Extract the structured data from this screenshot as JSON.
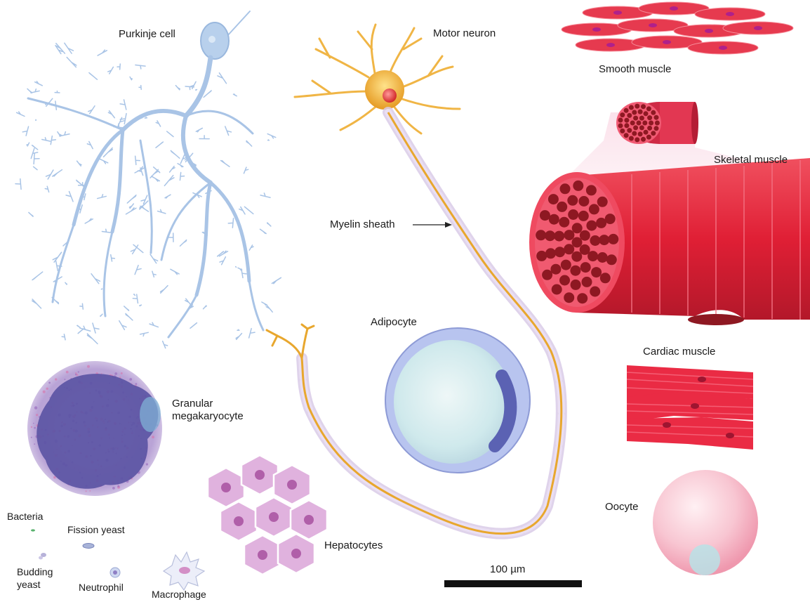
{
  "labels": {
    "purkinje": "Purkinje cell",
    "motor_neuron": "Motor neuron",
    "smooth_muscle": "Smooth muscle",
    "skeletal_muscle": "Skeletal muscle",
    "myelin_sheath": "Myelin sheath",
    "adipocyte": "Adipocyte",
    "cardiac_muscle": "Cardiac muscle",
    "granular_line1": "Granular",
    "granular_line2": "megakaryocyte",
    "oocyte": "Oocyte",
    "bacteria": "Bacteria",
    "fission_yeast": "Fission yeast",
    "hepatocytes": "Hepatocytes",
    "budding_line1": "Budding",
    "budding_line2": "yeast",
    "neutrophil": "Neutrophil",
    "macrophage": "Macrophage",
    "scale_bar": "100 µm"
  },
  "colors": {
    "purkinje": "#a9c4e6",
    "neuron": "#f0b545",
    "myelin": "#d9cbe8",
    "muscle_red": "#e6283f",
    "muscle_dark": "#8e1822",
    "adipocyte": "#b8c4ef",
    "megakaryocyte": "#5a53a3",
    "hepatocyte": "#d8a6d8",
    "oocyte": "#f6b9c8"
  }
}
